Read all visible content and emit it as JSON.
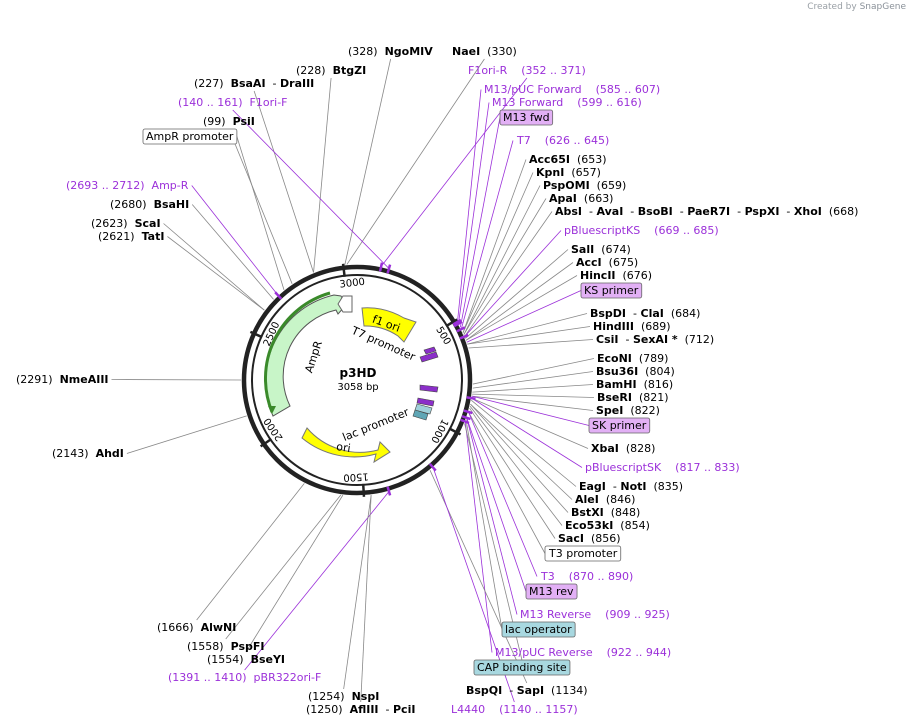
{
  "header": {
    "credit": "Created by",
    "brand": "SnapGene"
  },
  "plasmid": {
    "name": "p3HD",
    "size_label": "3058 bp",
    "length": 3058
  },
  "colors": {
    "enzyme": "#000000",
    "primer": "#9b30d9",
    "primer_box": "#e2b0f5",
    "promoter_box": "#ffffff",
    "regulatory_box": "#a8d8e0",
    "ampr_fill": "#c8f5c8",
    "ori_fill": "#ffff00",
    "leader_enzyme": "#888888",
    "leader_primer": "#9b30d9"
  },
  "ticks": [
    "500",
    "1000",
    "1500",
    "2000",
    "2500",
    "3000"
  ],
  "features": [
    {
      "name": "f1 ori",
      "type": "ori"
    },
    {
      "name": "T7 promoter",
      "type": "promoter"
    },
    {
      "name": "lac promoter",
      "type": "promoter"
    },
    {
      "name": "ori",
      "type": "ori"
    },
    {
      "name": "AmpR",
      "type": "cds"
    }
  ],
  "labels": [
    {
      "id": "ngomiv",
      "kind": "enzyme",
      "segs": [
        {
          "t": "(328)  "
        },
        {
          "t": "NgoMIV",
          "b": true
        }
      ]
    },
    {
      "id": "naei",
      "kind": "enzyme",
      "segs": [
        {
          "t": "NaeI",
          "b": true
        },
        {
          "t": "  (330)"
        }
      ]
    },
    {
      "id": "btgzi",
      "kind": "enzyme",
      "segs": [
        {
          "t": "(228)  "
        },
        {
          "t": "BtgZI",
          "b": true
        }
      ]
    },
    {
      "id": "f1orir",
      "kind": "primer",
      "segs": [
        {
          "t": "F1ori-R    (352 .. 371)"
        }
      ]
    },
    {
      "id": "bsaai",
      "kind": "enzyme",
      "segs": [
        {
          "t": "(227)  "
        },
        {
          "t": "BsaAI",
          "b": true
        },
        {
          "t": "  - "
        },
        {
          "t": "DraIII",
          "b": true
        }
      ]
    },
    {
      "id": "m13puc",
      "kind": "primer",
      "segs": [
        {
          "t": "M13/pUC Forward    (585 .. 607)"
        }
      ]
    },
    {
      "id": "f1orif",
      "kind": "primer",
      "segs": [
        {
          "t": "(140 .. 161)  F1ori-F"
        }
      ]
    },
    {
      "id": "m13fwd",
      "kind": "primer",
      "segs": [
        {
          "t": "M13 Forward    (599 .. 616)"
        }
      ]
    },
    {
      "id": "psii",
      "kind": "enzyme",
      "segs": [
        {
          "t": "(99)  "
        },
        {
          "t": "PsiI",
          "b": true
        }
      ]
    },
    {
      "id": "m13fwdbox",
      "kind": "primer_box",
      "segs": [
        {
          "t": "M13 fwd"
        }
      ]
    },
    {
      "id": "amprprom",
      "kind": "promoter_box",
      "segs": [
        {
          "t": "AmpR promoter"
        }
      ]
    },
    {
      "id": "t7",
      "kind": "primer",
      "segs": [
        {
          "t": "T7    (626 .. 645)"
        }
      ]
    },
    {
      "id": "acc65i",
      "kind": "enzyme",
      "segs": [
        {
          "t": "Acc65I",
          "b": true
        },
        {
          "t": "  (653)"
        }
      ]
    },
    {
      "id": "kpni",
      "kind": "enzyme",
      "segs": [
        {
          "t": "KpnI",
          "b": true
        },
        {
          "t": "  (657)"
        }
      ]
    },
    {
      "id": "ampr",
      "kind": "primer",
      "segs": [
        {
          "t": "(2693 .. 2712)  Amp-R"
        }
      ]
    },
    {
      "id": "pspomi",
      "kind": "enzyme",
      "segs": [
        {
          "t": "PspOMI",
          "b": true
        },
        {
          "t": "  (659)"
        }
      ]
    },
    {
      "id": "apai",
      "kind": "enzyme",
      "segs": [
        {
          "t": "ApaI",
          "b": true
        },
        {
          "t": "  (663)"
        }
      ]
    },
    {
      "id": "bsahi",
      "kind": "enzyme",
      "segs": [
        {
          "t": "(2680)  "
        },
        {
          "t": "BsaHI",
          "b": true
        }
      ]
    },
    {
      "id": "absi",
      "kind": "enzyme",
      "segs": [
        {
          "t": "AbsI",
          "b": true
        },
        {
          "t": "  - "
        },
        {
          "t": "AvaI",
          "b": true
        },
        {
          "t": "  - "
        },
        {
          "t": "BsoBI",
          "b": true
        },
        {
          "t": "  - "
        },
        {
          "t": "PaeR7I",
          "b": true
        },
        {
          "t": "  - "
        },
        {
          "t": "PspXI",
          "b": true
        },
        {
          "t": "  - "
        },
        {
          "t": "XhoI",
          "b": true
        },
        {
          "t": "  (668)"
        }
      ]
    },
    {
      "id": "scai",
      "kind": "enzyme",
      "segs": [
        {
          "t": "(2623)  "
        },
        {
          "t": "ScaI",
          "b": true
        }
      ]
    },
    {
      "id": "tati",
      "kind": "enzyme",
      "segs": [
        {
          "t": "(2621)  "
        },
        {
          "t": "TatI",
          "b": true
        }
      ]
    },
    {
      "id": "pbksks",
      "kind": "primer",
      "segs": [
        {
          "t": "pBluescriptKS    (669 .. 685)"
        }
      ]
    },
    {
      "id": "sali",
      "kind": "enzyme",
      "segs": [
        {
          "t": "SalI",
          "b": true
        },
        {
          "t": "  (674)"
        }
      ]
    },
    {
      "id": "acci",
      "kind": "enzyme",
      "segs": [
        {
          "t": "AccI",
          "b": true
        },
        {
          "t": "  (675)"
        }
      ]
    },
    {
      "id": "hincii",
      "kind": "enzyme",
      "segs": [
        {
          "t": "HincII",
          "b": true
        },
        {
          "t": "  (676)"
        }
      ]
    },
    {
      "id": "ksprimer",
      "kind": "primer_box",
      "segs": [
        {
          "t": "KS primer"
        }
      ]
    },
    {
      "id": "bspdi",
      "kind": "enzyme",
      "segs": [
        {
          "t": "BspDI",
          "b": true
        },
        {
          "t": "  - "
        },
        {
          "t": "ClaI",
          "b": true
        },
        {
          "t": "  (684)"
        }
      ]
    },
    {
      "id": "hindiii",
      "kind": "enzyme",
      "segs": [
        {
          "t": "HindIII",
          "b": true
        },
        {
          "t": "  (689)"
        }
      ]
    },
    {
      "id": "csii",
      "kind": "enzyme",
      "segs": [
        {
          "t": "CsiI",
          "b": true
        },
        {
          "t": "  - "
        },
        {
          "t": "SexAI *",
          "b": true
        },
        {
          "t": "  (712)"
        }
      ]
    },
    {
      "id": "nmeaiii",
      "kind": "enzyme",
      "segs": [
        {
          "t": "(2291)  "
        },
        {
          "t": "NmeAIII",
          "b": true
        }
      ]
    },
    {
      "id": "econi",
      "kind": "enzyme",
      "segs": [
        {
          "t": "EcoNI",
          "b": true
        },
        {
          "t": "  (789)"
        }
      ]
    },
    {
      "id": "bsu36i",
      "kind": "enzyme",
      "segs": [
        {
          "t": "Bsu36I",
          "b": true
        },
        {
          "t": "  (804)"
        }
      ]
    },
    {
      "id": "bamhi",
      "kind": "enzyme",
      "segs": [
        {
          "t": "BamHI",
          "b": true
        },
        {
          "t": "  (816)"
        }
      ]
    },
    {
      "id": "bseri",
      "kind": "enzyme",
      "segs": [
        {
          "t": "BseRI",
          "b": true
        },
        {
          "t": "  (821)"
        }
      ]
    },
    {
      "id": "spei",
      "kind": "enzyme",
      "segs": [
        {
          "t": "SpeI",
          "b": true
        },
        {
          "t": "  (822)"
        }
      ]
    },
    {
      "id": "skprimer",
      "kind": "primer_box",
      "segs": [
        {
          "t": "SK primer"
        }
      ]
    },
    {
      "id": "ahdi",
      "kind": "enzyme",
      "segs": [
        {
          "t": "(2143)  "
        },
        {
          "t": "AhdI",
          "b": true
        }
      ]
    },
    {
      "id": "xbai",
      "kind": "enzyme",
      "segs": [
        {
          "t": "XbaI",
          "b": true
        },
        {
          "t": "  (828)"
        }
      ]
    },
    {
      "id": "pbsk",
      "kind": "primer",
      "segs": [
        {
          "t": "pBluescriptSK    (817 .. 833)"
        }
      ]
    },
    {
      "id": "eagi",
      "kind": "enzyme",
      "segs": [
        {
          "t": "EagI",
          "b": true
        },
        {
          "t": "  - "
        },
        {
          "t": "NotI",
          "b": true
        },
        {
          "t": "  (835)"
        }
      ]
    },
    {
      "id": "alei",
      "kind": "enzyme",
      "segs": [
        {
          "t": "AleI",
          "b": true
        },
        {
          "t": "  (846)"
        }
      ]
    },
    {
      "id": "bstxi",
      "kind": "enzyme",
      "segs": [
        {
          "t": "BstXI",
          "b": true
        },
        {
          "t": "  (848)"
        }
      ]
    },
    {
      "id": "eco53ki",
      "kind": "enzyme",
      "segs": [
        {
          "t": "Eco53kI",
          "b": true
        },
        {
          "t": "  (854)"
        }
      ]
    },
    {
      "id": "saci",
      "kind": "enzyme",
      "segs": [
        {
          "t": "SacI",
          "b": true
        },
        {
          "t": "  (856)"
        }
      ]
    },
    {
      "id": "t3prom",
      "kind": "promoter_box",
      "segs": [
        {
          "t": "T3 promoter"
        }
      ]
    },
    {
      "id": "t3",
      "kind": "primer",
      "segs": [
        {
          "t": "T3    (870 .. 890)"
        }
      ]
    },
    {
      "id": "m13rev",
      "kind": "primer_box",
      "segs": [
        {
          "t": "M13 rev"
        }
      ]
    },
    {
      "id": "m13reverse",
      "kind": "primer",
      "segs": [
        {
          "t": "M13 Reverse    (909 .. 925)"
        }
      ]
    },
    {
      "id": "alwni",
      "kind": "enzyme",
      "segs": [
        {
          "t": "(1666)  "
        },
        {
          "t": "AlwNI",
          "b": true
        }
      ]
    },
    {
      "id": "lacop",
      "kind": "regulatory_box",
      "segs": [
        {
          "t": "lac operator"
        }
      ]
    },
    {
      "id": "pspfi",
      "kind": "enzyme",
      "segs": [
        {
          "t": "(1558)  "
        },
        {
          "t": "PspFI",
          "b": true
        }
      ]
    },
    {
      "id": "bseyi",
      "kind": "enzyme",
      "segs": [
        {
          "t": "(1554)  "
        },
        {
          "t": "BseYI",
          "b": true
        }
      ]
    },
    {
      "id": "m13pucrev",
      "kind": "primer",
      "segs": [
        {
          "t": "M13/pUC Reverse    (922 .. 944)"
        }
      ]
    },
    {
      "id": "capbs",
      "kind": "regulatory_box",
      "segs": [
        {
          "t": "CAP binding site"
        }
      ]
    },
    {
      "id": "pbr322",
      "kind": "primer",
      "segs": [
        {
          "t": "(1391 .. 1410)  pBR322ori-F"
        }
      ]
    },
    {
      "id": "bspqi",
      "kind": "enzyme",
      "segs": [
        {
          "t": "BspQI",
          "b": true
        },
        {
          "t": "  - "
        },
        {
          "t": "SapI",
          "b": true
        },
        {
          "t": "  (1134)"
        }
      ]
    },
    {
      "id": "nspi",
      "kind": "enzyme",
      "segs": [
        {
          "t": "(1254)  "
        },
        {
          "t": "NspI",
          "b": true
        }
      ]
    },
    {
      "id": "afliii",
      "kind": "enzyme",
      "segs": [
        {
          "t": "(1250)  "
        },
        {
          "t": "AflIII",
          "b": true
        },
        {
          "t": "  - "
        },
        {
          "t": "PciI",
          "b": true
        }
      ]
    },
    {
      "id": "l4440",
      "kind": "primer",
      "segs": [
        {
          "t": "L4440    (1140 .. 1157)"
        }
      ]
    }
  ]
}
